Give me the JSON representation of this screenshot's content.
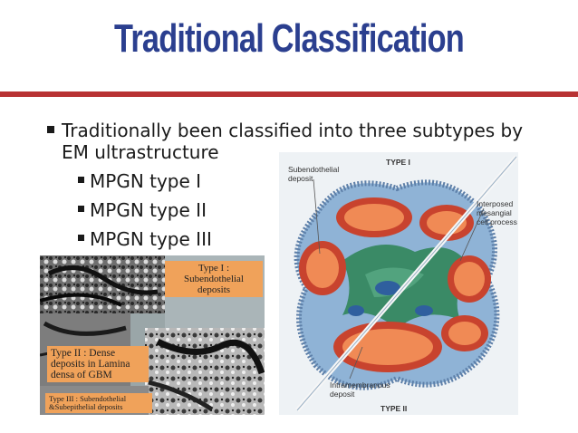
{
  "slide": {
    "title": "Traditional Classification",
    "bullet_main": "Traditionally been classified into three subtypes by",
    "bullet_main_cont": "EM ultrastructure",
    "sub_bullets": [
      "MPGN type I",
      "MPGN type II",
      "MPGN type III"
    ]
  },
  "micrograph": {
    "label_type1": "Type I : Subendothelial deposits",
    "label_type2": "Type II : Dense deposits in Lamina densa of GBM",
    "label_type3": "Type III : Subendothelial &Subepithelial deposits"
  },
  "diagram": {
    "type1": "TYPE I",
    "type2": "TYPE II",
    "subendo": "Subendothelial deposit",
    "interposed": "Interposed mesangial cell process",
    "intramem": "Intramembranous deposit"
  },
  "colors": {
    "title": "#2b3f8f",
    "rule": "#b83233",
    "label_bg": "#f0a25a"
  }
}
